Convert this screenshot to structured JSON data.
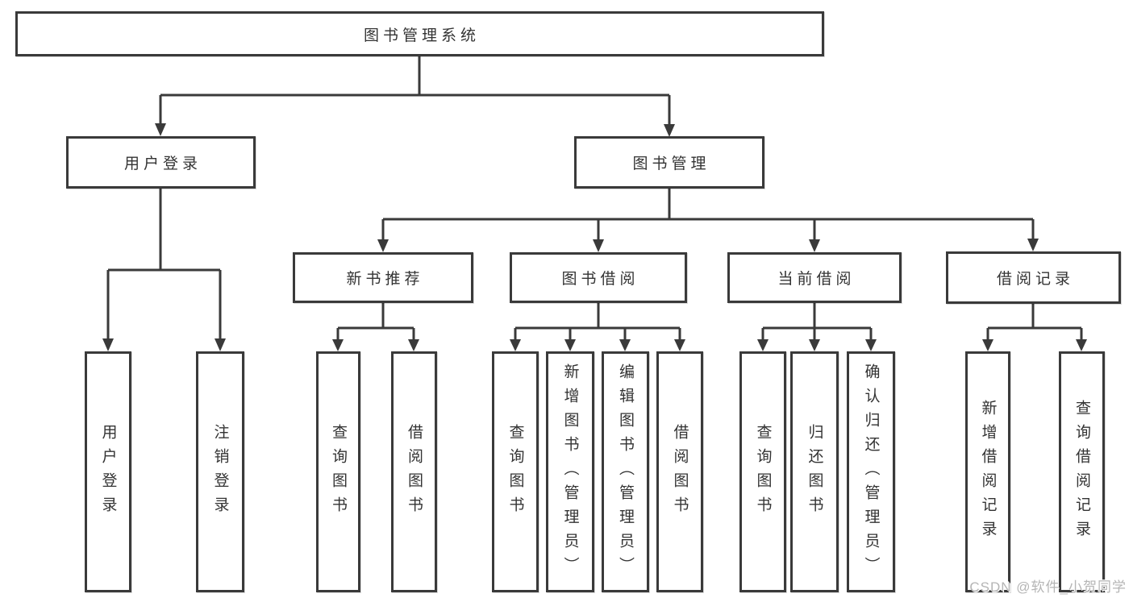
{
  "diagram": {
    "title": "图书管理系统",
    "level2": {
      "user_login": "用户登录",
      "book_management": "图书管理"
    },
    "level3": {
      "new_book_recommend": "新书推荐",
      "book_borrowing": "图书借阅",
      "current_borrowing": "当前借阅",
      "borrowing_records": "借阅记录"
    },
    "leaves": {
      "user_login_children": [
        "用户登录",
        "注销登录"
      ],
      "new_book_children": [
        "查询图书",
        "借阅图书"
      ],
      "book_borrowing_children": [
        "查询图书",
        "新增图书（管理员）",
        "编辑图书（管理员）",
        "借阅图书"
      ],
      "current_borrowing_children": [
        "查询图书",
        "归还图书",
        "确认归还（管理员）"
      ],
      "borrowing_records_children": [
        "新增借阅记录",
        "查询借阅记录"
      ]
    }
  },
  "watermark": {
    "text": "CSDN @软件_小贺同学"
  },
  "colors": {
    "line": "#3a3a3a",
    "text": "#333333",
    "watermark": "#b5b5b5",
    "background": "#ffffff"
  }
}
